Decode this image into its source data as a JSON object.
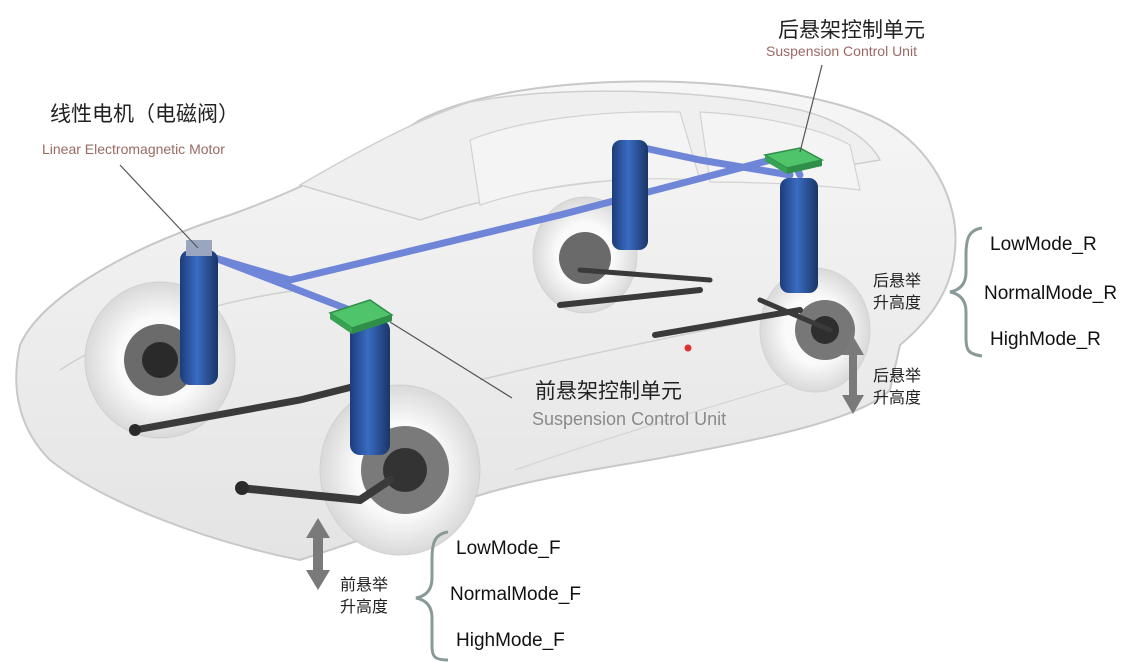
{
  "labels": {
    "motor_cn": "线性电机（电磁阀）",
    "motor_en": "Linear Electromagnetic Motor",
    "rear_unit_cn": "后悬架控制单元",
    "rear_unit_en": "Suspension Control Unit",
    "front_unit_cn": "前悬架控制单元",
    "front_unit_en": "Suspension Control Unit",
    "rear_lift_line1": "后悬举",
    "rear_lift_line2": "升高度",
    "rear_lift2_line1": "后悬举",
    "rear_lift2_line2": "升高度",
    "front_lift_line1": "前悬举",
    "front_lift_line2": "升高度"
  },
  "rear_modes": [
    "LowMode_R",
    "NormalMode_R",
    "HighMode_R"
  ],
  "front_modes": [
    "LowMode_F",
    "NormalMode_F",
    "HighMode_F"
  ],
  "colors": {
    "strut_blue": "#2f5fae",
    "pipe_blue": "#6f86d8",
    "control_unit_green": "#4fc46a",
    "arrow_gray": "#7a7a7a",
    "bracket_gray": "#8a9a98"
  }
}
